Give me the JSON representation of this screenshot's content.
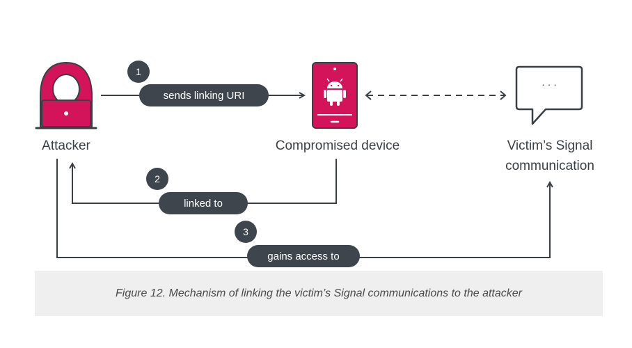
{
  "nodes": {
    "attacker": {
      "label": "Attacker"
    },
    "device": {
      "label": "Compromised device"
    },
    "victim": {
      "label_line1": "Victim’s Signal",
      "label_line2": "communication"
    }
  },
  "steps": [
    {
      "number": "1",
      "label": "sends linking URI"
    },
    {
      "number": "2",
      "label": "linked to"
    },
    {
      "number": "3",
      "label": "gains access to"
    }
  ],
  "bubble": {
    "text": "· · ·"
  },
  "caption": "Figure 12. Mechanism of linking the victim’s Signal communications to the attacker",
  "colors": {
    "accent": "#d4145a",
    "dark": "#3e454c",
    "line": "#3a3f44",
    "caption_bg": "#efefef"
  },
  "icons": [
    "hooded-attacker-icon",
    "android-phone-icon",
    "speech-bubble-icon"
  ]
}
